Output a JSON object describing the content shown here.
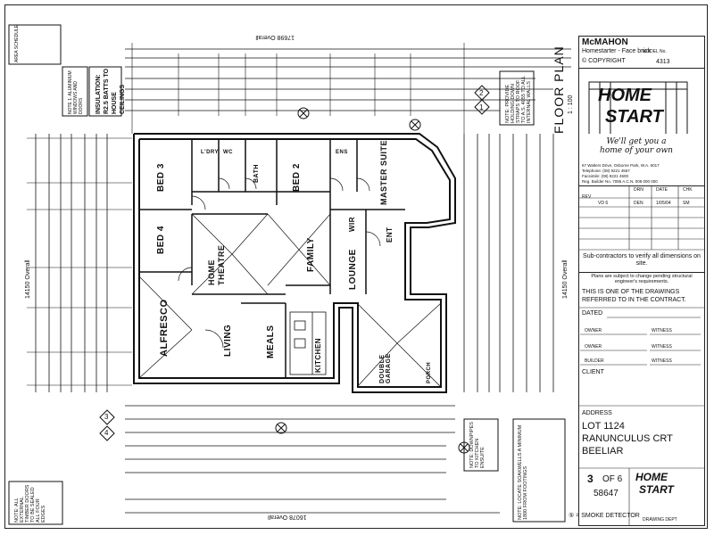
{
  "title_block": {
    "client": "McMAHON",
    "design": "Homestarter - Face brick",
    "copyright": "© COPYRIGHT",
    "model_label": "MODEL No.",
    "model_no": "4313",
    "logo_line1": "HOME",
    "logo_line2": "START",
    "slogan": "We'll get you a home of your own",
    "address_lines": [
      "67 Walters Drive, Osborne Park, W.A. 6017",
      "Telephone: (08) 9221 4567",
      "Facsimile: (08) 9221 4500",
      "Reg. Builder No. 7085    A.C.N. 009 000 000"
    ],
    "rev_headers": [
      "REV",
      "DRN",
      "DATE",
      "CHK"
    ],
    "rev_rows": [
      [
        "",
        "VD 6",
        "DEN",
        "1/05/04",
        "SM"
      ]
    ],
    "subcontract_note": "Sub-contractors to verify all dimensions on site.",
    "change_note": "Plans are subject to change pending structural engineer's requirements.",
    "contract_note": "THIS IS ONE OF THE DRAWINGS REFERRED TO IN THE CONTRACT.",
    "dated_label": "DATED",
    "owner_label": "OWNER",
    "witness_label": "WITNESS",
    "builder_label": "BUILDER",
    "client_label": "CLIENT",
    "address_label": "ADDRESS",
    "lot": "LOT 1124",
    "street": "RANUNCULUS CRT",
    "suburb": "BEELIAR",
    "sheet": "3",
    "of_sheets": "OF 6",
    "job_no": "58647",
    "footer_logo_1": "HOME",
    "footer_logo_2": "START",
    "drawing_dept": "DRAWING DEPT"
  },
  "plan": {
    "title": "FLOOR PLAN",
    "scale": "1 : 100",
    "overall_top": "17698 Overall",
    "overall_bottom": "16078 Overall",
    "overall_left": "14150 Overall",
    "overall_right": "14150 Overall",
    "rooms": [
      {
        "name": "BED 3"
      },
      {
        "name": "BED 2"
      },
      {
        "name": "BATH"
      },
      {
        "name": "WC"
      },
      {
        "name": "L'DRY"
      },
      {
        "name": "WIR"
      },
      {
        "name": "ENS"
      },
      {
        "name": "MASTER SUITE"
      },
      {
        "name": "BED 4"
      },
      {
        "name": "HOME THEATRE"
      },
      {
        "name": "FAMILY"
      },
      {
        "name": "LOUNGE"
      },
      {
        "name": "ENT"
      },
      {
        "name": "ALFRESCO"
      },
      {
        "name": "LIVING"
      },
      {
        "name": "MEALS"
      },
      {
        "name": "KITCHEN"
      },
      {
        "name": "DOUBLE GARAGE"
      },
      {
        "name": "PORCH"
      }
    ],
    "notes": {
      "area_note": "AREA SCHEDULE",
      "note1": "NOTE 1: ALUMINIUM WINDOWS AND DOORS",
      "insulation": "INSULATION: R2.5 BATTS TO HOUSE CEILINGS",
      "note2": "NOTE: PROVIDE HOLDING DOWN STRAPS TO ROOF TO A.S. 4055 TO ALL INTERNAL WALLS",
      "note3": "NOTE: ALL EXTERNAL TIMBER DOORS TO BE SEALED ALL FOUR EDGES",
      "note4": "NOTE: DOWNPIPES TO KITCHEN ENSUITE",
      "note5": "NOTE: LOCATE SOAKWELLS A MINIMUM 1800 FROM FOOTINGS",
      "smoke": "⑤ = SMOKE DETECTOR"
    },
    "markers": [
      "1",
      "2",
      "3",
      "4"
    ]
  }
}
